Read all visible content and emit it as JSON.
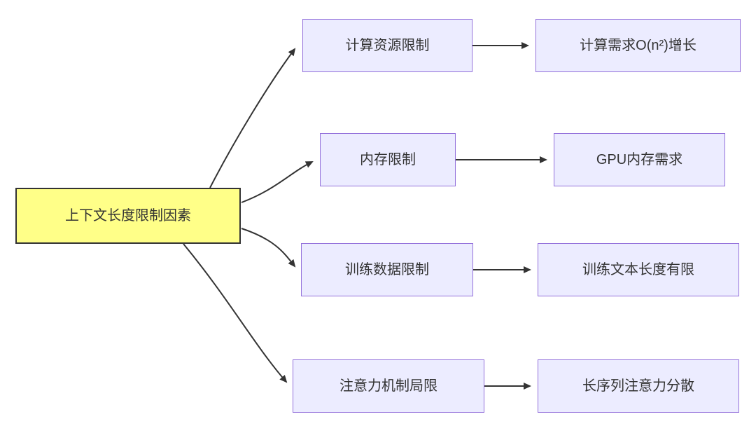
{
  "diagram": {
    "title": "Context length limitation factors flowchart",
    "root": {
      "label": "上下文长度限制因素"
    },
    "branches": [
      {
        "cause": {
          "label": "计算资源限制"
        },
        "effect": {
          "label": "计算需求O(n²)增长"
        }
      },
      {
        "cause": {
          "label": "内存限制"
        },
        "effect": {
          "label": "GPU内存需求"
        }
      },
      {
        "cause": {
          "label": "训练数据限制"
        },
        "effect": {
          "label": "训练文本长度有限"
        }
      },
      {
        "cause": {
          "label": "注意力机制局限"
        },
        "effect": {
          "label": "长序列注意力分散"
        }
      }
    ],
    "colors": {
      "root_fill": "#FFFF88",
      "root_border": "#333333",
      "node_fill": "#ECECFF",
      "node_border": "#9370DB",
      "edge": "#333333",
      "text": "#333333"
    }
  }
}
